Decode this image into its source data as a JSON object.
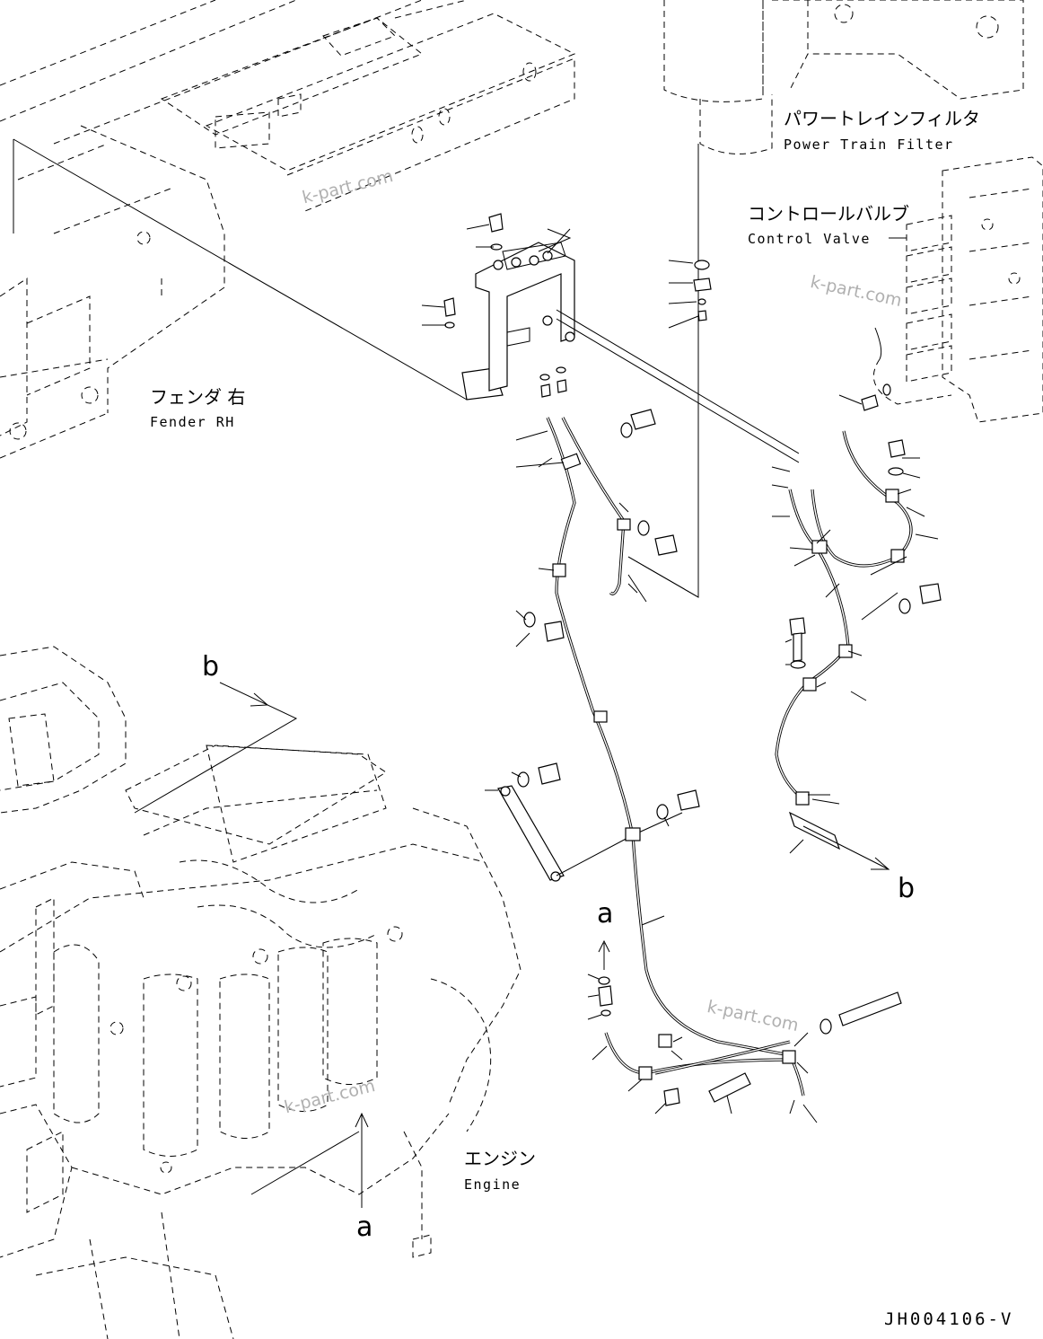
{
  "labels": {
    "power_train_filter_jp": "パワートレインフィルタ",
    "power_train_filter_en": "Power Train Filter",
    "control_valve_jp": "コントロールバルブ",
    "control_valve_en": "Control Valve",
    "fender_jp": "フェンダ 右",
    "fender_en": "Fender RH",
    "engine_jp": "エンジン",
    "engine_en": "Engine"
  },
  "refs": {
    "b_top": "b",
    "b_right": "b",
    "a_mid": "a",
    "a_bottom": "a"
  },
  "watermarks": [
    "k-part.com",
    "k-part.com",
    "k-part.com",
    "k-part.com"
  ],
  "drawing_code": "JH004106-V"
}
